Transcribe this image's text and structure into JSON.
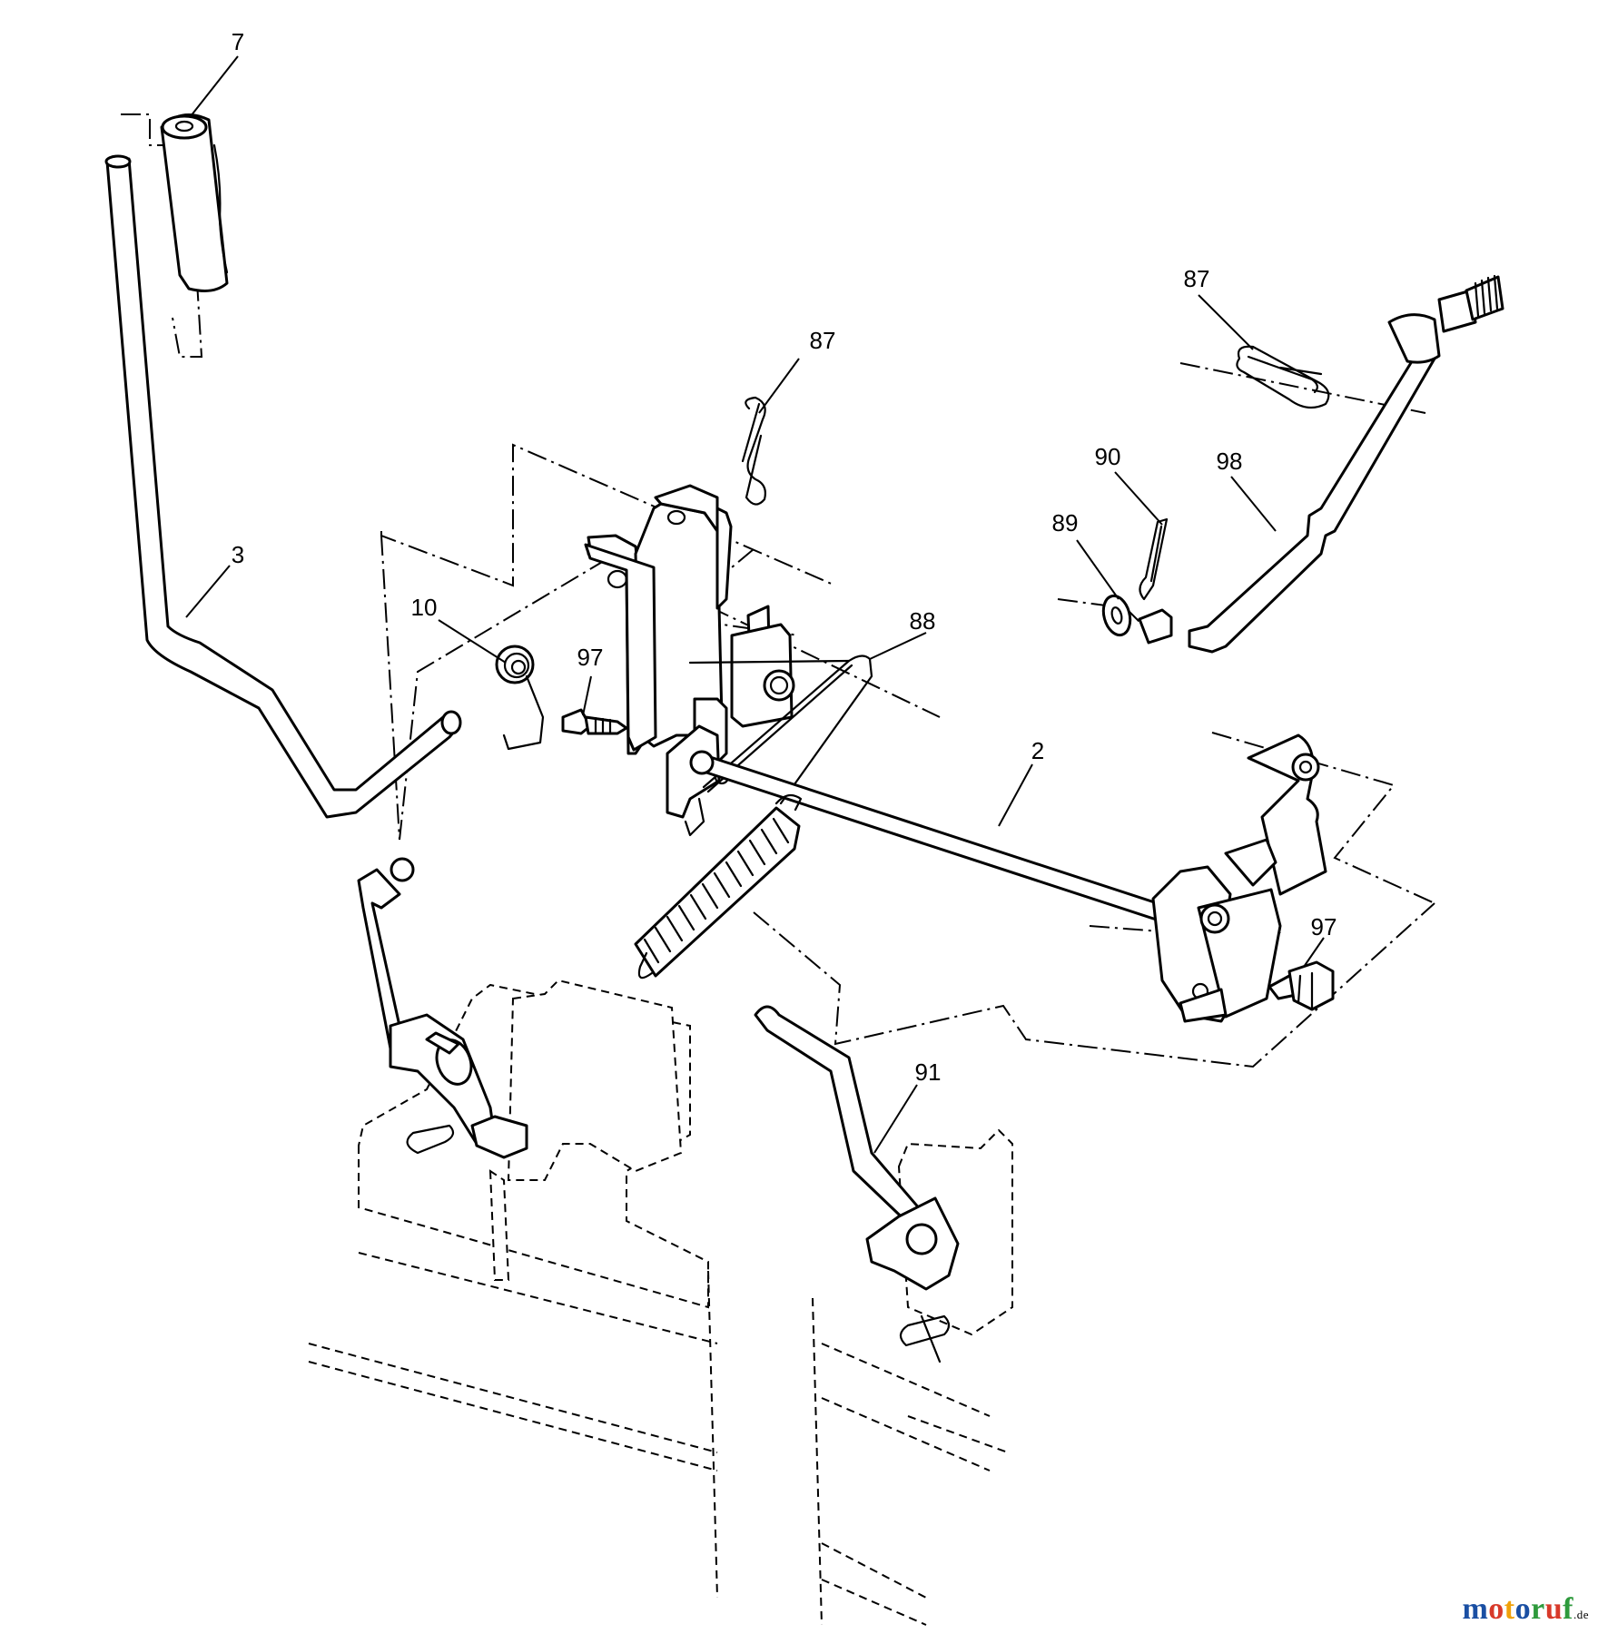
{
  "callouts": [
    {
      "id": "c7",
      "label": "7"
    },
    {
      "id": "c3",
      "label": "3"
    },
    {
      "id": "c87a",
      "label": "87"
    },
    {
      "id": "c87b",
      "label": "87"
    },
    {
      "id": "c90",
      "label": "90"
    },
    {
      "id": "c98",
      "label": "98"
    },
    {
      "id": "c89",
      "label": "89"
    },
    {
      "id": "c10",
      "label": "10"
    },
    {
      "id": "c97a",
      "label": "97"
    },
    {
      "id": "c88",
      "label": "88"
    },
    {
      "id": "c2",
      "label": "2"
    },
    {
      "id": "c97b",
      "label": "97"
    },
    {
      "id": "c91",
      "label": "91"
    }
  ],
  "watermark": {
    "brand": "motoruf",
    "suffix": ".de",
    "colors": [
      "#1a4fa3",
      "#d83a2a",
      "#f0a10a",
      "#1a4fa3",
      "#2e9a3c",
      "#d83a2a",
      "#2e9a3c"
    ]
  }
}
